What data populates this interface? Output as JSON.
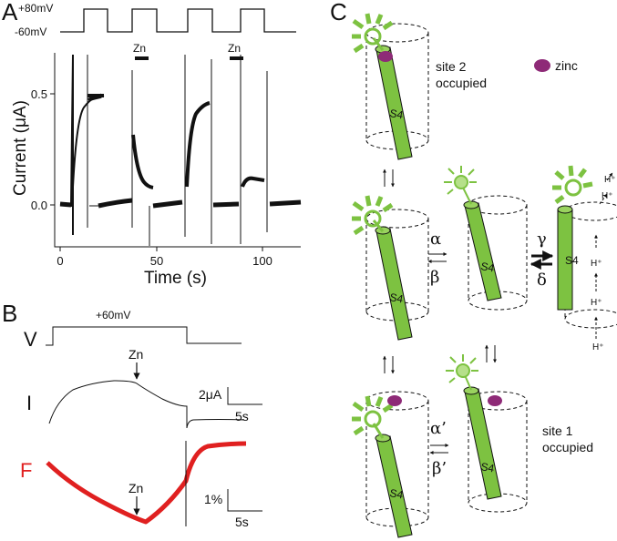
{
  "panels": {
    "a": "A",
    "b": "B",
    "c": "C"
  },
  "panel_a": {
    "voltage_high": "+80mV",
    "voltage_low": "-60mV",
    "zn_labels": [
      "Zn",
      "Zn"
    ],
    "ylabel": "Current (μA)",
    "xlabel": "Time (s)",
    "yticks": [
      "0.5",
      "0.0"
    ],
    "xticks": [
      "0",
      "50",
      "100"
    ]
  },
  "panel_b": {
    "v_label": "V",
    "v_value": "+60mV",
    "i_label": "I",
    "f_label": "F",
    "zn_label_i": "Zn",
    "zn_label_f": "Zn",
    "scale_i_amp": "2μA",
    "scale_i_time": "5s",
    "scale_f_pct": "1%",
    "scale_f_time": "5s"
  },
  "panel_c": {
    "site2_line1": "site 2",
    "site2_line2": "occupied",
    "site1_line1": "site 1",
    "site1_line2": "occupied",
    "legend_zinc": "zinc",
    "alpha": "α",
    "beta": "β",
    "gamma": "γ",
    "delta": "δ",
    "alpha_p": "α’",
    "beta_p": "β’",
    "s4": "S4",
    "proton": "H⁺"
  },
  "colors": {
    "green": "#7dc241",
    "dark_green": "#3b7a1a",
    "zinc": "#8e2a77",
    "red": "#e02020"
  }
}
